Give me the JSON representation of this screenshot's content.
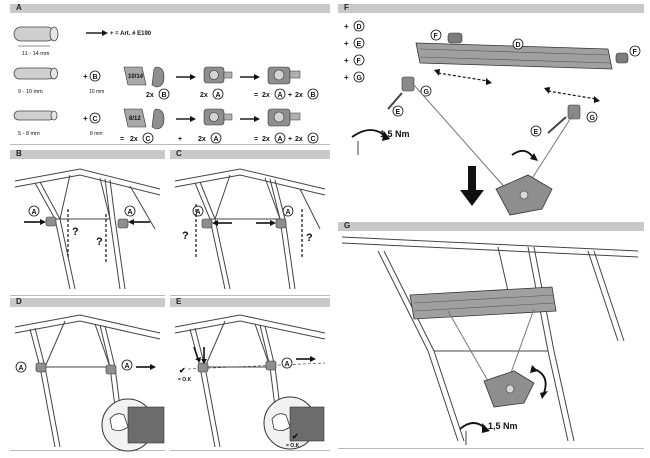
{
  "panels": {
    "a": "A",
    "b": "B",
    "c": "C",
    "d": "D",
    "e": "E",
    "f": "F",
    "g": "G"
  },
  "panel_a": {
    "row1": {
      "size": "11 - 14 mm",
      "art": "+ = Art. # E190"
    },
    "row2": {
      "size": "9 - 10 mm",
      "plus": "+",
      "part": "B",
      "mm": "10 mm",
      "insert": "10/14",
      "qty1": "2x",
      "qty2": "2x",
      "eq": "=",
      "res_qty": "2x",
      "res_plus": "+",
      "res_qty2": "2x"
    },
    "row3": {
      "size": "5 - 8 mm",
      "plus": "+",
      "part": "C",
      "mm": "8 mm",
      "insert": "8/12",
      "eq1": "=",
      "qty1": "2x",
      "plus2": "+",
      "qty2": "2x",
      "eq": "=",
      "res_qty": "2x",
      "res_plus": "+",
      "res_qty2": "2x"
    },
    "letter_a": "A"
  },
  "panel_b": {
    "label_a": "A",
    "q": "?"
  },
  "panel_c": {
    "label_a": "A",
    "q": "?"
  },
  "panel_d": {
    "label_a": "A"
  },
  "panel_e": {
    "label_a": "A",
    "ok": "= O.K"
  },
  "panel_f": {
    "legend": [
      {
        "plus": "+",
        "letter": "D"
      },
      {
        "plus": "+",
        "letter": "E"
      },
      {
        "plus": "+",
        "letter": "F"
      },
      {
        "plus": "+",
        "letter": "G"
      }
    ],
    "labels": {
      "d": "D",
      "e": "E",
      "f": "F",
      "g": "G"
    },
    "torque": "1,5 Nm"
  },
  "panel_g": {
    "torque": "1,5 Nm"
  },
  "colors": {
    "bar": "#c9c9c9",
    "metal": "#9a9a9a",
    "plastic": "#8e8e8e",
    "line": "#222222"
  }
}
